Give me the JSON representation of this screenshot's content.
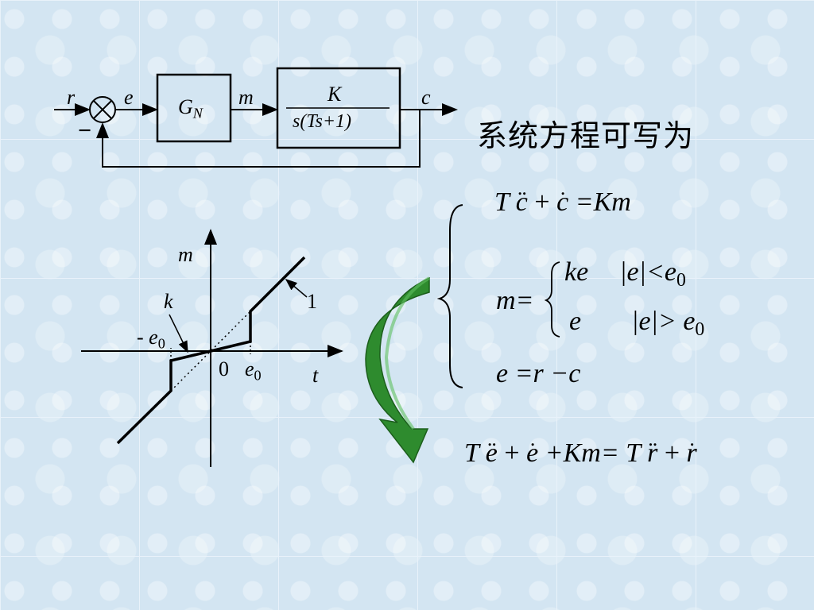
{
  "block_diagram": {
    "signal_r": "r",
    "signal_e": "e",
    "signal_m": "m",
    "signal_c": "c",
    "minus_sign": "−",
    "block1_G": "G",
    "block1_sub": "N",
    "block2_num": "K",
    "block2_den": "s(Ts+1)"
  },
  "title_text": "系统方程可写为",
  "graph": {
    "y_axis": "m",
    "x_axis": "t",
    "origin": "0",
    "slope_k": "k",
    "slope_1": "1",
    "neg_e0_prefix": "- e",
    "neg_e0_sub": "0",
    "e0": "e",
    "e0_sub": "0"
  },
  "equations": {
    "eq1": {
      "T": "T",
      "c1": "c",
      "plus": " + ",
      "c2": "c",
      "rhs": " =Km"
    },
    "eq2": {
      "m_label": "m=",
      "case1_expr": "ke",
      "case1_cond": "|e|<e",
      "case1_sub": "0",
      "case2_expr": "e",
      "case2_cond": "|e|> e",
      "case2_sub": "0"
    },
    "eq3": "e =r −c",
    "result": {
      "T1": "T",
      "e1": "e",
      "p1": " + ",
      "e2": "e",
      "mid": " +Km= ",
      "T2": "T",
      "r1": "r",
      "p2": " + ",
      "r2": "r"
    }
  },
  "colors": {
    "arrow_green": "#2e8b2e",
    "arrow_dark": "#1c5e1c"
  }
}
